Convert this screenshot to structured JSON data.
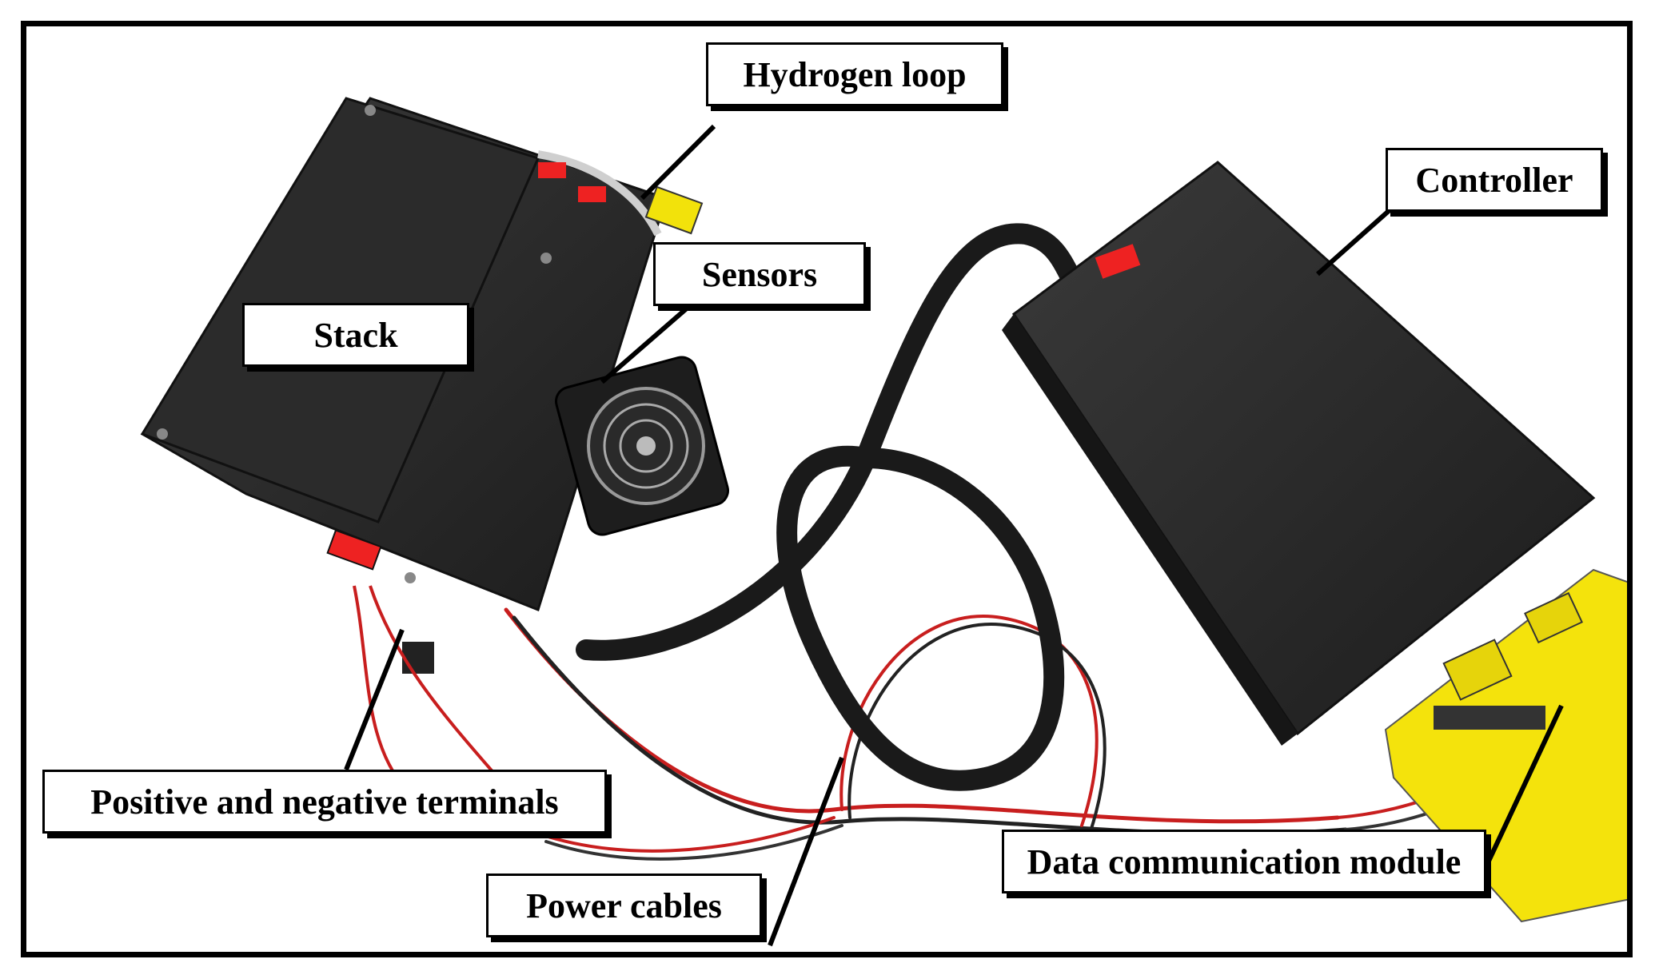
{
  "figure": {
    "labels": {
      "hydrogen_loop": "Hydrogen loop",
      "stack": "Stack",
      "sensors": "Sensors",
      "controller": "Controller",
      "terminals": "Positive and negative terminals",
      "power_cables": "Power cables",
      "data_module": "Data communication module"
    }
  }
}
